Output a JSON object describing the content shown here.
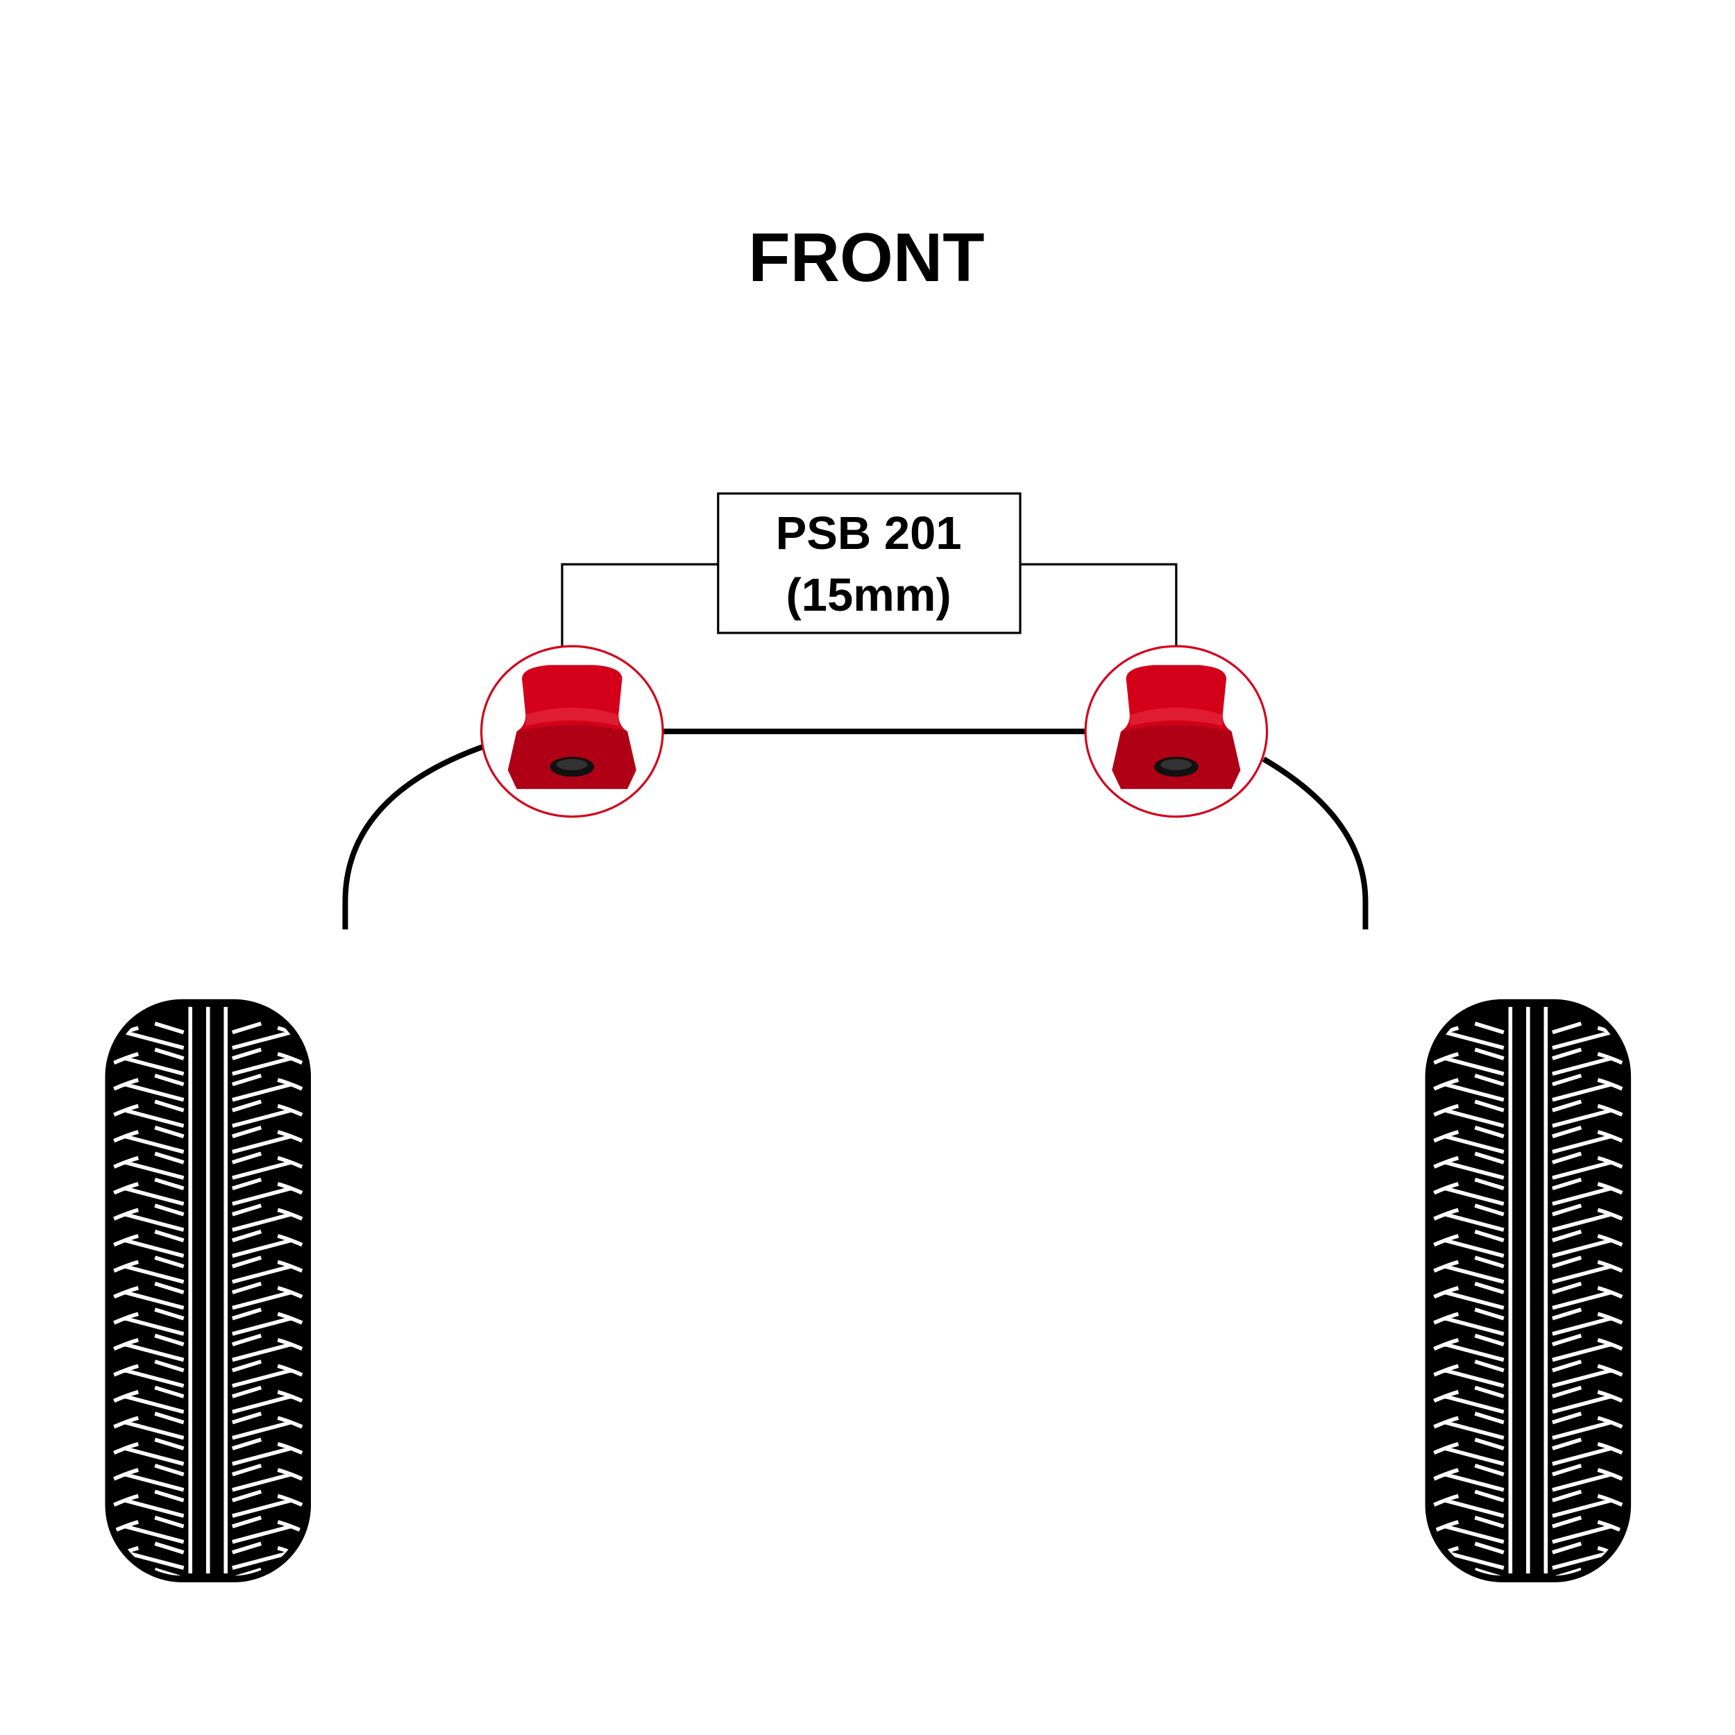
{
  "title": "FRONT",
  "part_label": {
    "line1": "PSB 201",
    "line2": "(15mm)"
  },
  "colors": {
    "bushing_red": "#d4001a",
    "bushing_dark": "#8a0010",
    "highlight_circle": "#d4001a",
    "lines": "#000000"
  },
  "icons": [
    "bushing-icon",
    "tire-icon"
  ]
}
